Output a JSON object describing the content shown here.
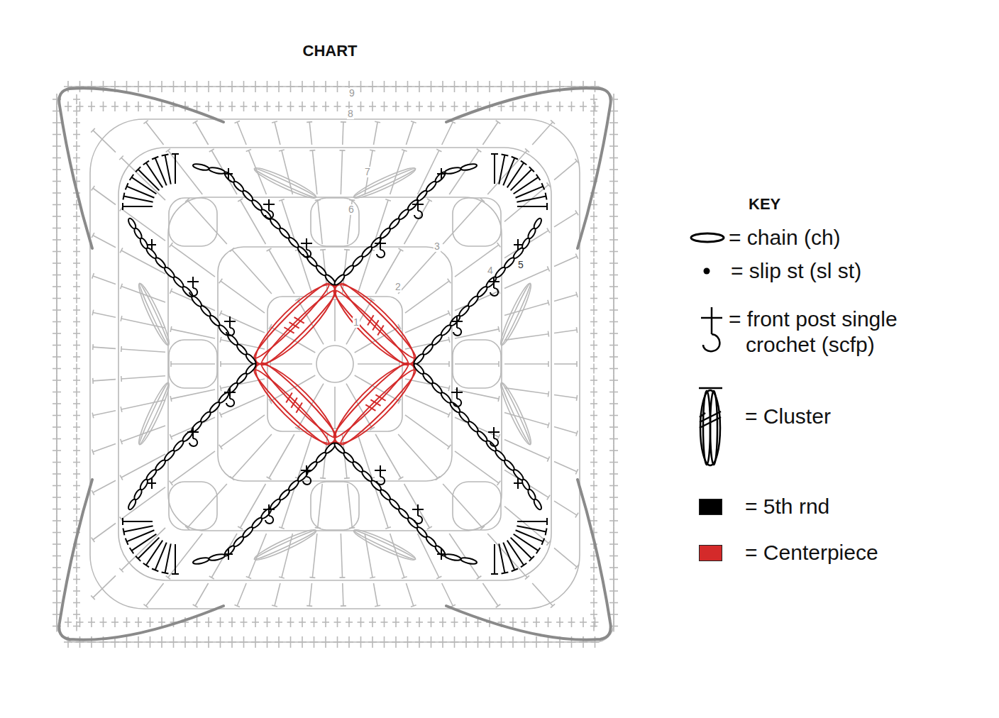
{
  "diagram": {
    "title": "CHART",
    "labels": [
      "9",
      "8",
      "7",
      "6",
      "3",
      "2",
      "1",
      "4",
      "5",
      "KEY"
    ],
    "legend": [
      {
        "text": "= chain (ch)"
      },
      {
        "text": "= slip st (sl st)"
      },
      {
        "text": "= front post single crochet (scfp)"
      },
      {
        "text": "= Cluster"
      },
      {
        "text": "= 5th rnd",
        "color": "#000000"
      },
      {
        "text": "= Centerpiece",
        "color": "#d42a2a"
      }
    ]
  }
}
